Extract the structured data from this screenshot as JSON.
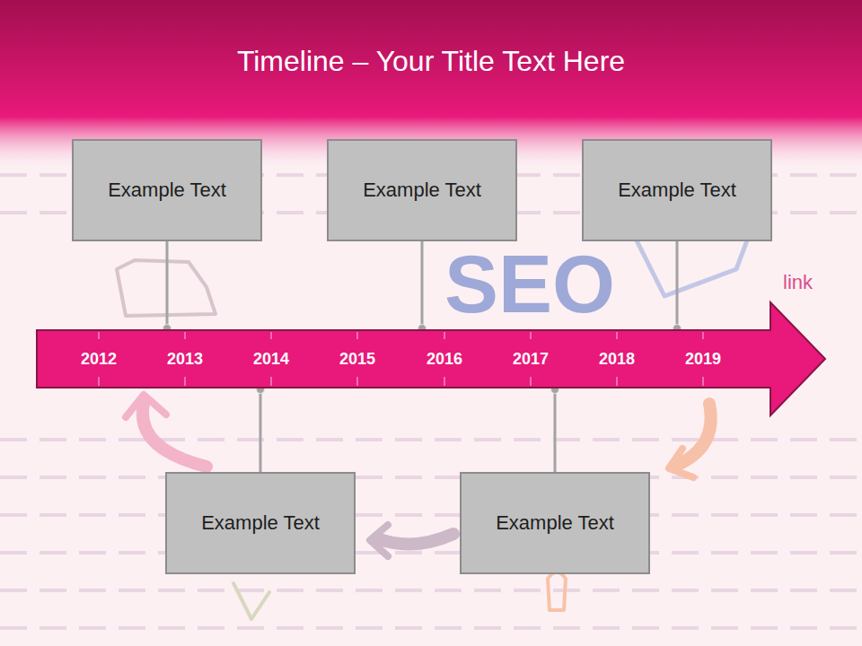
{
  "diagram": {
    "title": "Timeline – Your Title Text Here",
    "nodes": [
      {
        "text": [
          "Example Text"
        ]
      },
      {
        "text": [
          "Example Text"
        ]
      },
      {
        "text": [
          "Example Text"
        ]
      },
      {
        "text": [
          "2012",
          "2013",
          "2014",
          "2015",
          "2016",
          "2017",
          "2018",
          "2019"
        ]
      },
      {
        "text": [
          "Example Text"
        ]
      },
      {
        "text": [
          "Example Text"
        ]
      }
    ],
    "edges": [
      {
        "from": 0,
        "to": 3,
        "arrow": "none"
      },
      {
        "from": 1,
        "to": 3,
        "arrow": "none"
      },
      {
        "from": 2,
        "to": 3,
        "arrow": "none"
      },
      {
        "from": 4,
        "to": 3,
        "arrow": "none"
      },
      {
        "from": 5,
        "to": 3,
        "arrow": "none"
      }
    ],
    "labels": [
      "SEO",
      "link"
    ]
  }
}
